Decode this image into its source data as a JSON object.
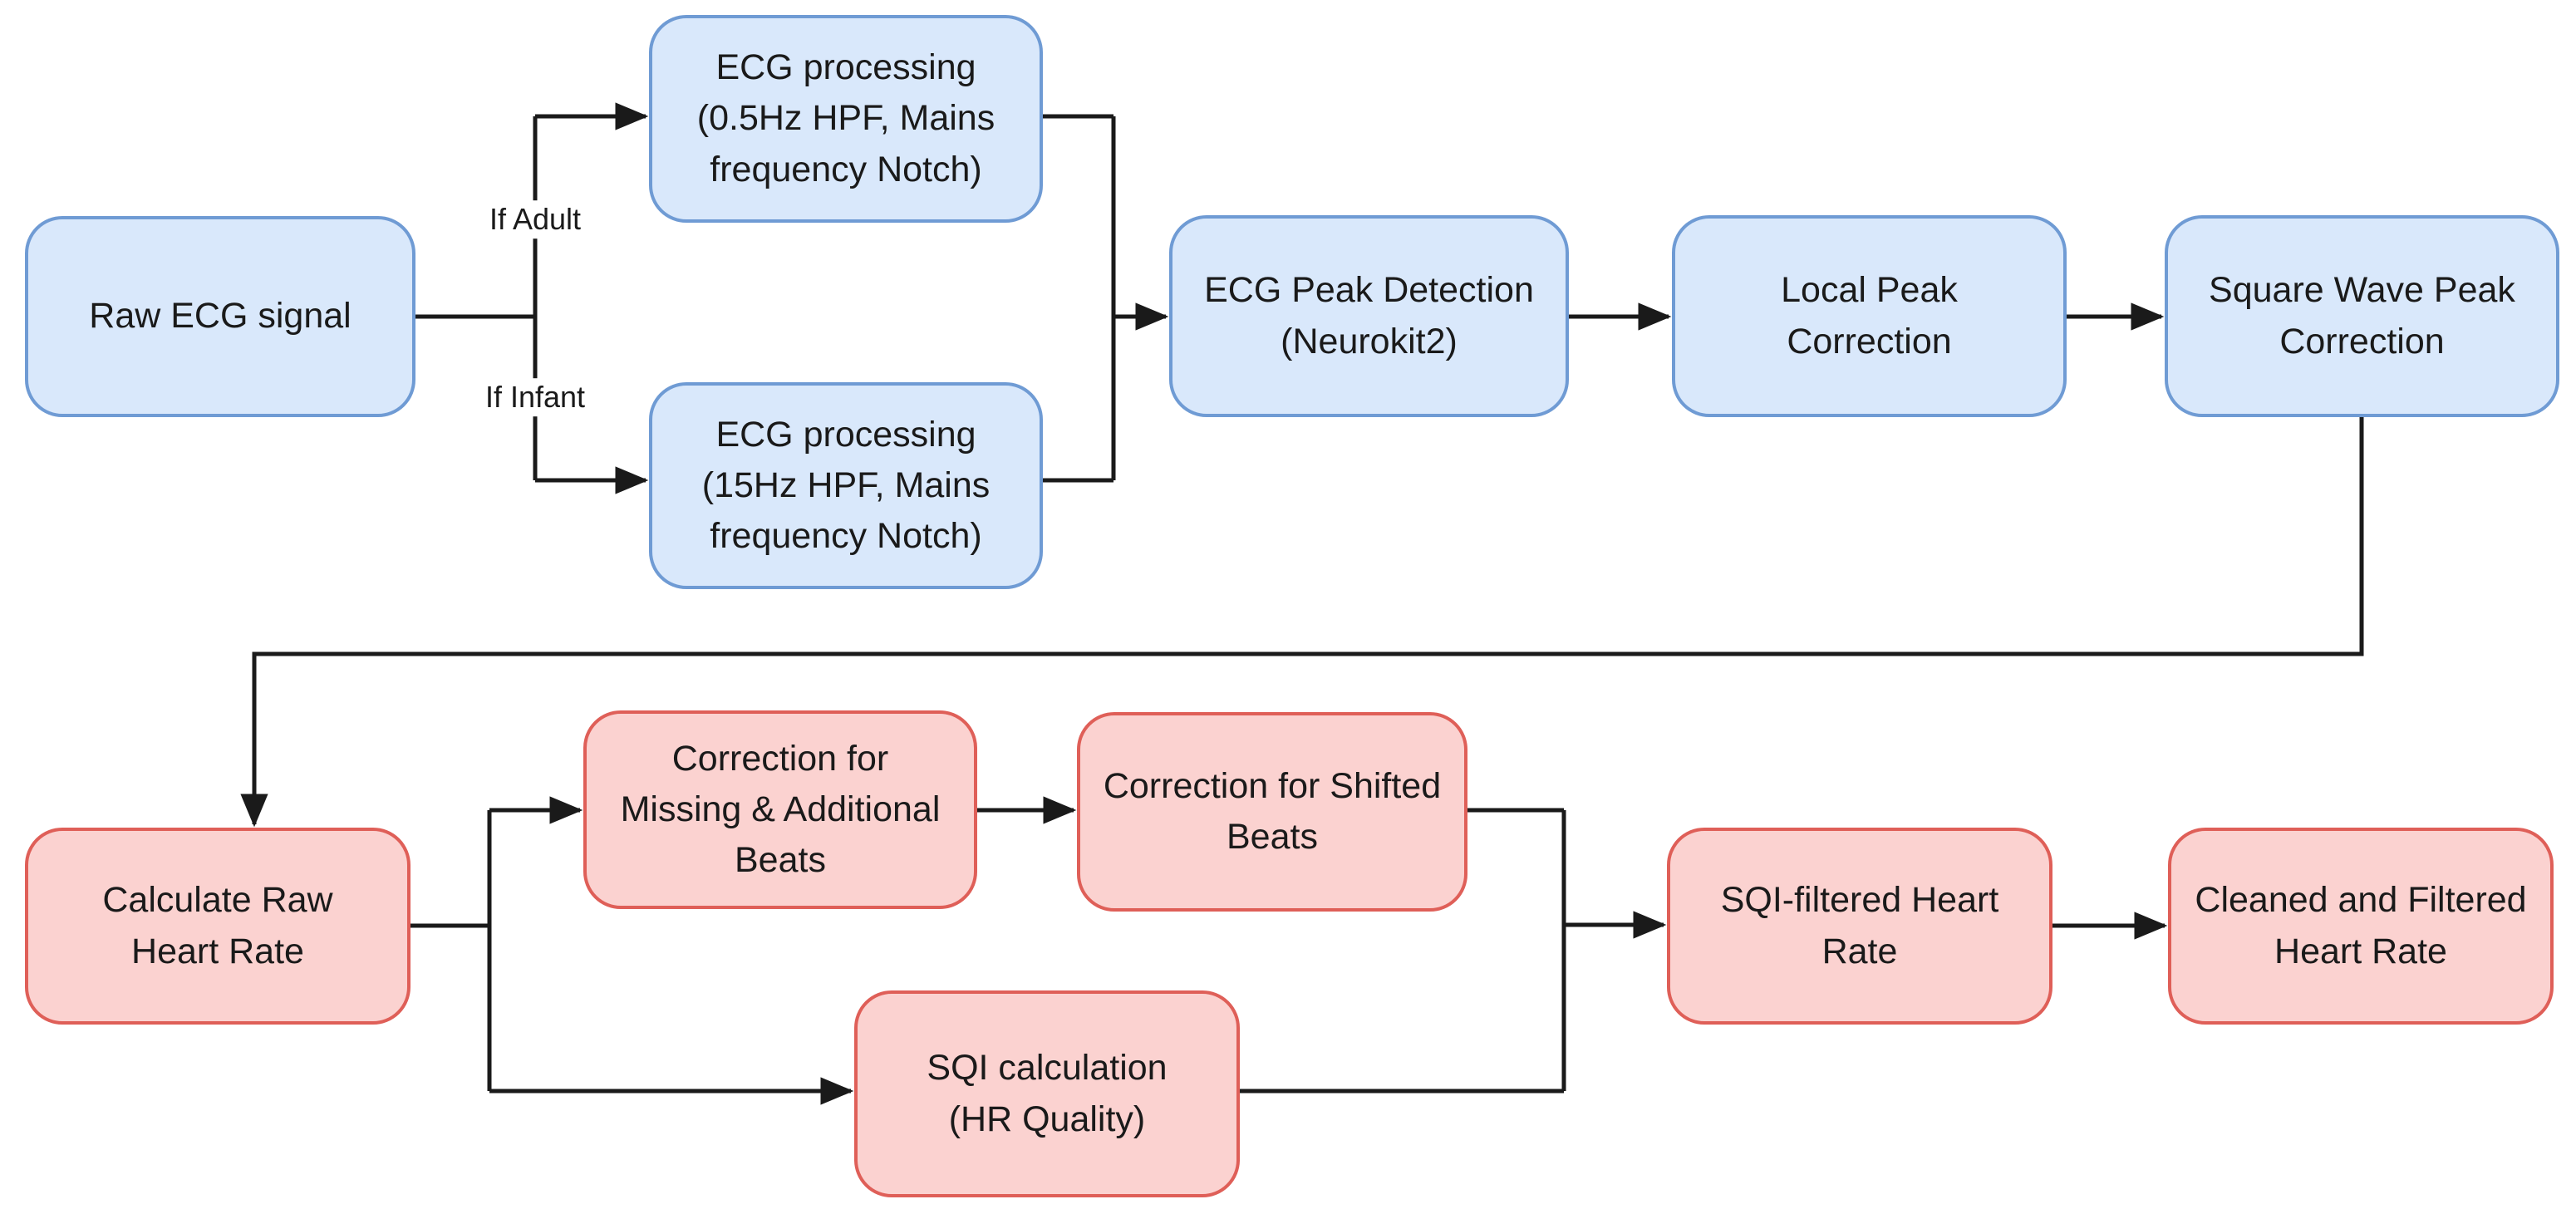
{
  "colors": {
    "background": "#ffffff",
    "blue_fill": "#d9e8fb",
    "blue_border": "#6f9bd4",
    "pink_fill": "#fbd2d0",
    "pink_border": "#df5f58",
    "line": "#1a1a1a",
    "text": "#1a1a1a",
    "label_bg": "#ffffff"
  },
  "nodes": {
    "raw_ecg": {
      "label": "Raw ECG signal"
    },
    "proc_adult": {
      "label": "ECG processing\n(0.5Hz HPF, Mains\nfrequency Notch)"
    },
    "proc_infant": {
      "label": "ECG processing\n(15Hz HPF, Mains\nfrequency Notch)"
    },
    "peak_detection": {
      "label": "ECG Peak Detection\n(Neurokit2)"
    },
    "local_peak": {
      "label": "Local Peak\nCorrection"
    },
    "square_wave": {
      "label": "Square Wave Peak\nCorrection"
    },
    "calc_raw_hr": {
      "label": "Calculate Raw\nHeart Rate"
    },
    "missing_beats": {
      "label": "Correction for\nMissing & Additional\nBeats"
    },
    "shifted_beats": {
      "label": "Correction for Shifted\nBeats"
    },
    "sqi_calc": {
      "label": "SQI calculation\n(HR Quality)"
    },
    "sqi_filtered": {
      "label": "SQI-filtered Heart\nRate"
    },
    "cleaned": {
      "label": "Cleaned and Filtered\nHeart Rate"
    }
  },
  "edge_labels": {
    "if_adult": "If Adult",
    "if_infant": "If Infant"
  }
}
